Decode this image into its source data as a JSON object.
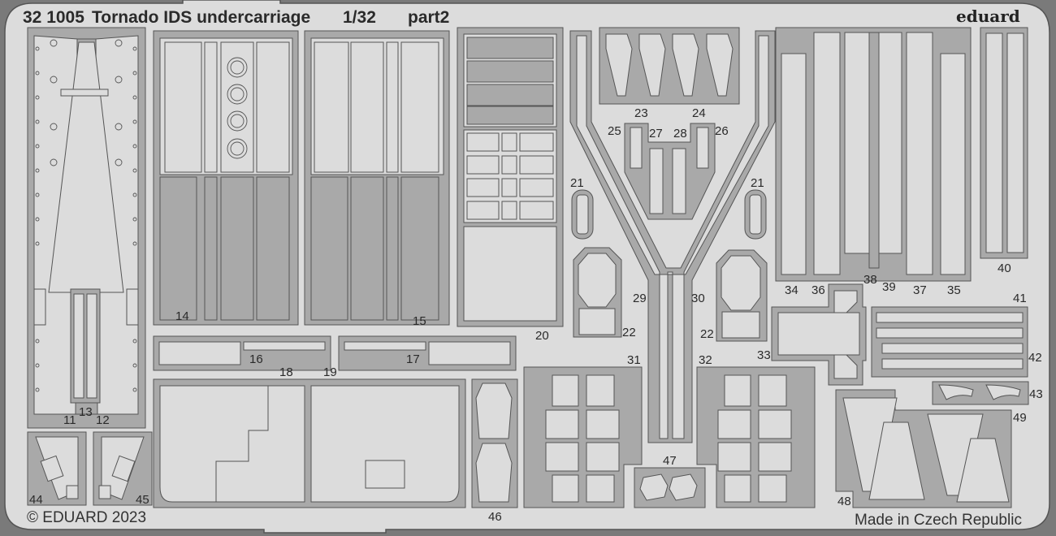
{
  "sheet": {
    "code": "32 1005",
    "title": "Tornado IDS undercarriage",
    "scale": "1/32",
    "part": "part2",
    "brand": "eduard",
    "copyright": "© EDUARD 2023",
    "origin": "Made in Czech Republic"
  },
  "colors": {
    "background": "#dcdcdc",
    "frame": "#a9a9a9",
    "outline": "#555555",
    "border": "#7a7a7a",
    "text": "#2a2a2a"
  },
  "part_labels": {
    "p11": "11",
    "p12": "12",
    "p13": "13",
    "p14": "14",
    "p15": "15",
    "p16": "16",
    "p17": "17",
    "p18": "18",
    "p19": "19",
    "p20": "20",
    "p21a": "21",
    "p21b": "21",
    "p22a": "22",
    "p22b": "22",
    "p23": "23",
    "p24": "24",
    "p25": "25",
    "p26": "26",
    "p27": "27",
    "p28": "28",
    "p29": "29",
    "p30": "30",
    "p31": "31",
    "p32": "32",
    "p33": "33",
    "p34": "34",
    "p35": "35",
    "p36": "36",
    "p37": "37",
    "p38": "38",
    "p39": "39",
    "p40": "40",
    "p41": "41",
    "p42": "42",
    "p43": "43",
    "p44": "44",
    "p45": "45",
    "p46": "46",
    "p47": "47",
    "p48": "48",
    "p49": "49"
  }
}
